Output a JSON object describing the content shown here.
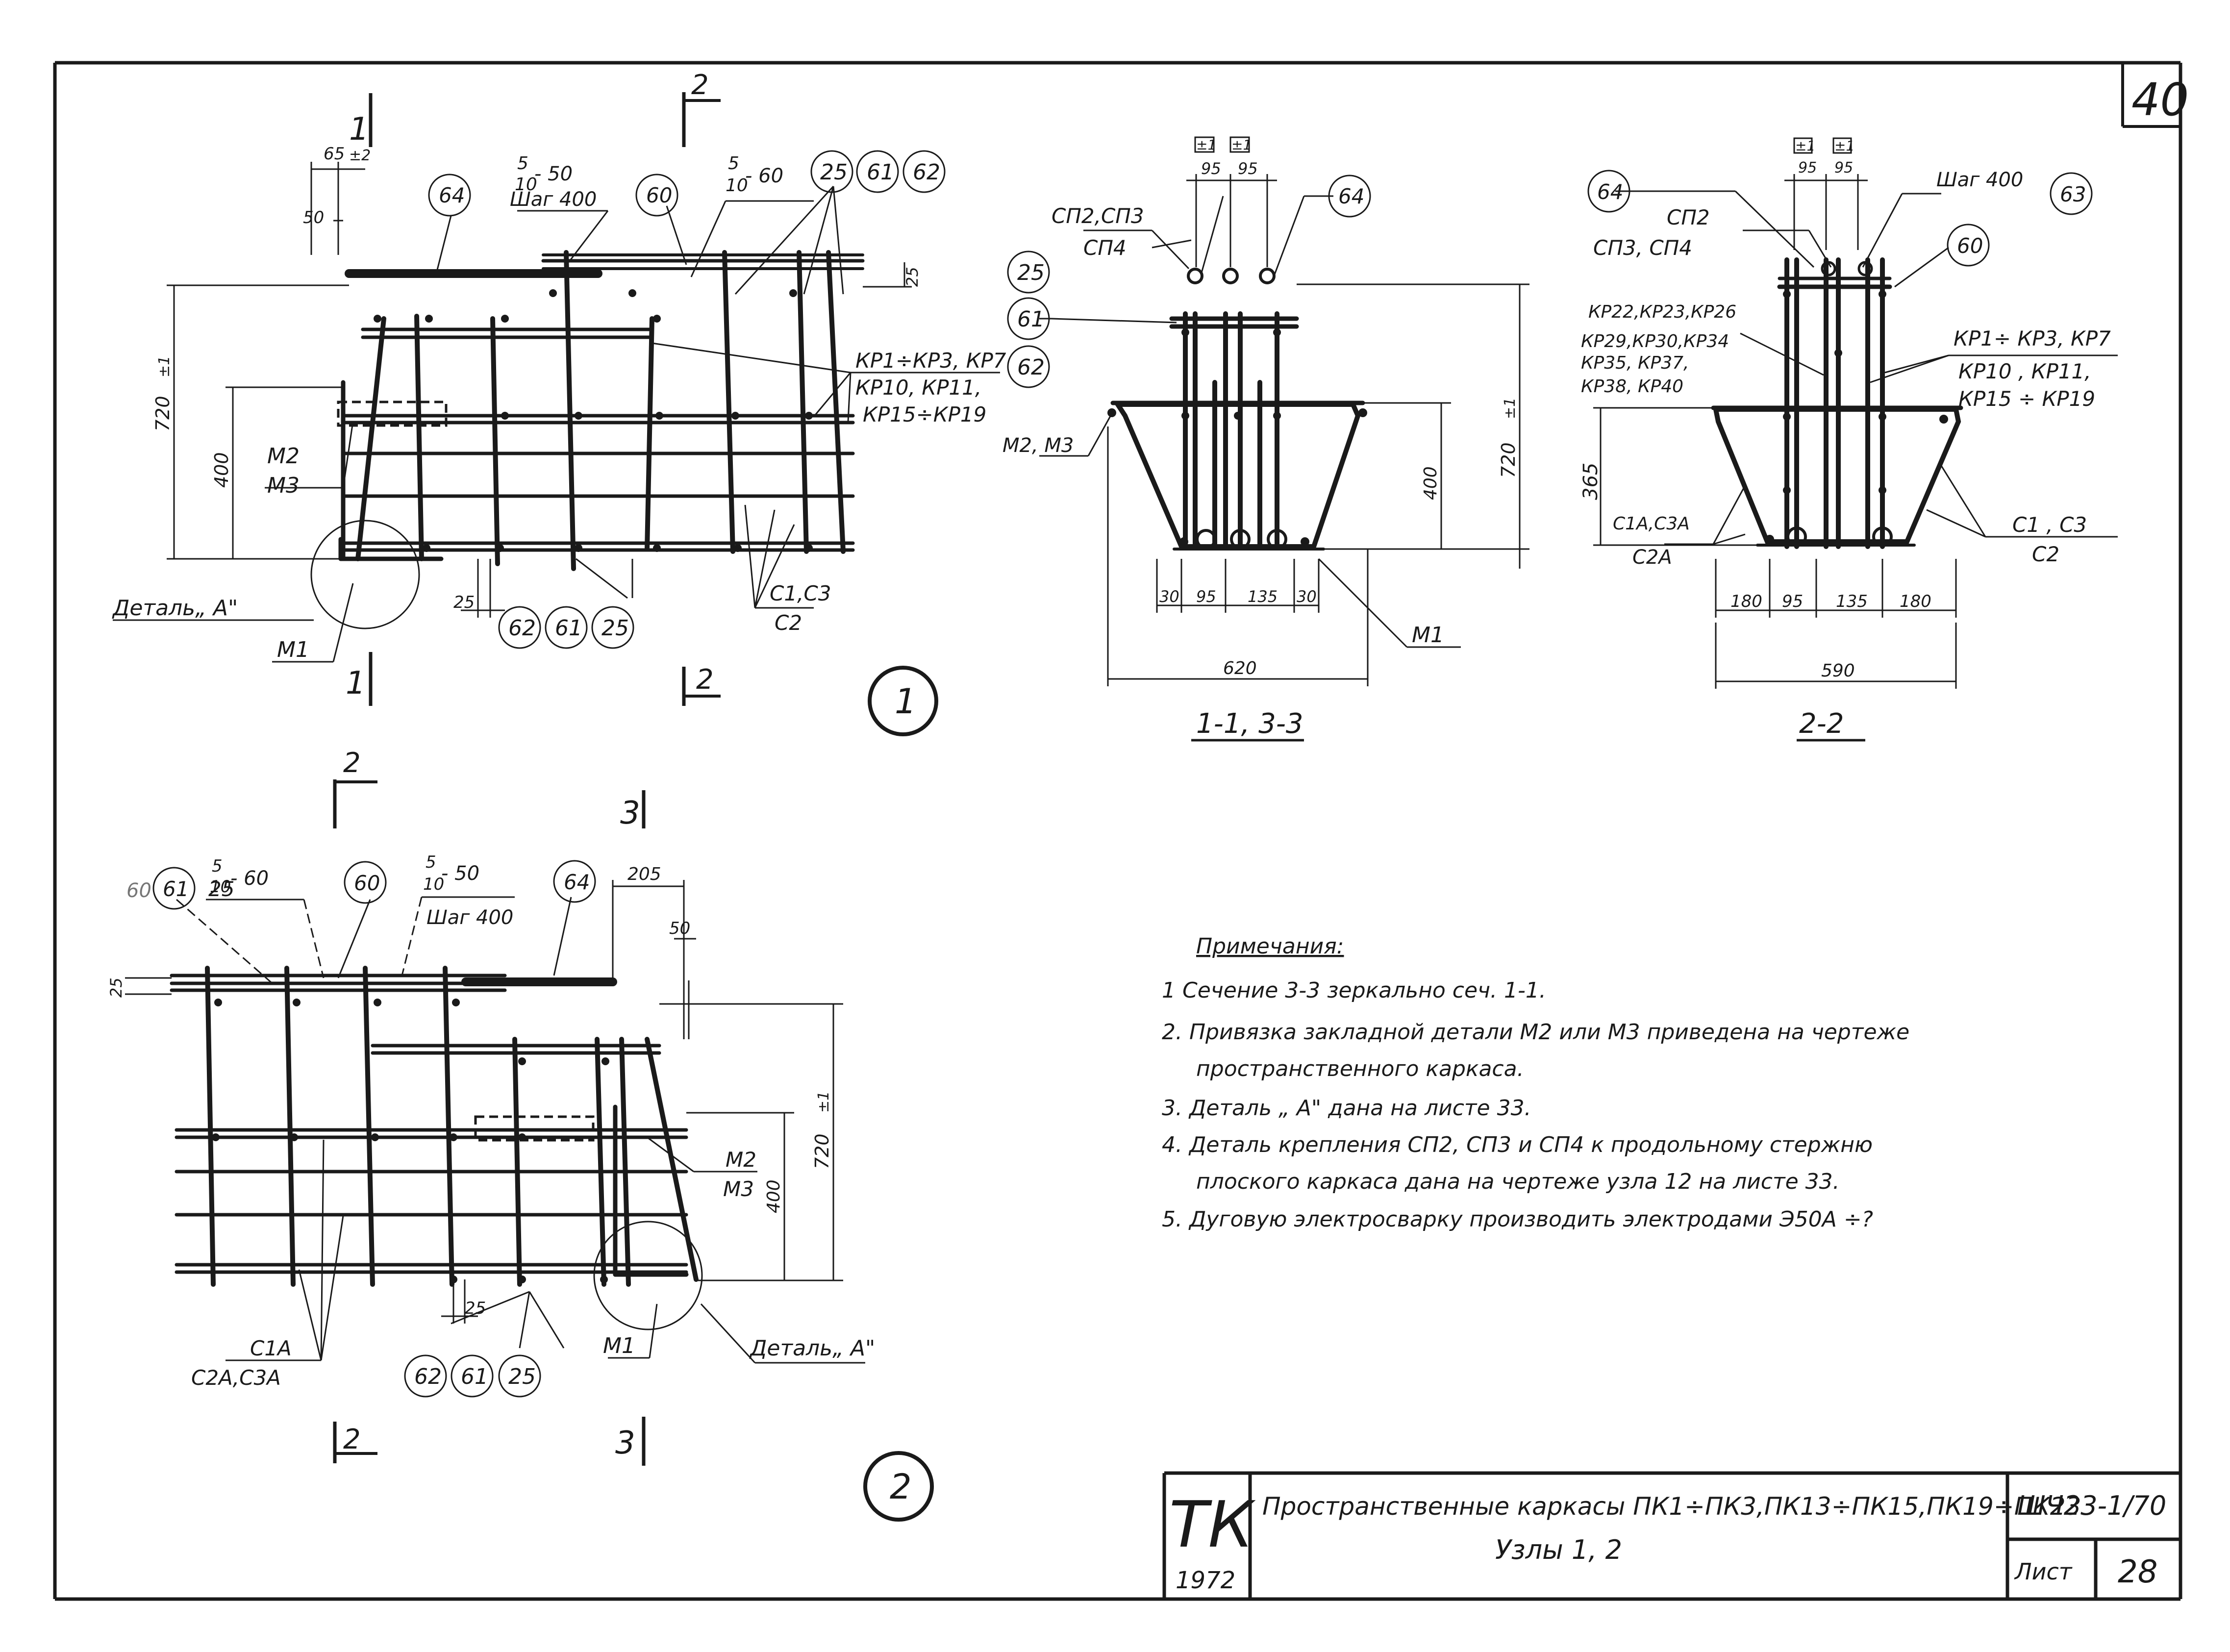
{
  "sheet": {
    "corner_number": "40",
    "stamp_org": "ТК",
    "stamp_year": "1972",
    "title_line1": "Пространственные каркасы ПК1÷ПК3,ПК13÷ПК15,ПК19÷ПК23",
    "title_line2": "Узлы 1, 2",
    "code": "ШЧ23-1/70",
    "sheet_label": "Лист",
    "sheet_number": "28"
  },
  "notes": {
    "heading": "Примечания:",
    "items": [
      "1  Сечение 3-3 зеркально сеч. 1-1.",
      "2. Привязка закладной детали   М2 или М3 приведена на чертеже",
      "пространственного каркаса.",
      "3.  Деталь „ А\" дана      на листе 33.",
      "4.  Деталь крепления СП2, СП3 и СП4 к продольному стержню",
      "плоского каркаса дана на чертеже узла 12 на листе 33.",
      "5.  Дуговую электросварку производить электродами Э50А ÷?"
    ]
  },
  "node1": {
    "number": "1",
    "cut1_label": "1",
    "cut2_label": "2",
    "dims": {
      "d65": "65",
      "tol": "±2",
      "d50": "50",
      "d720": "720",
      "tol2": "±1",
      "d400": "400",
      "d25": "25",
      "d25b": "25"
    },
    "weld1_top": "5",
    "weld1_bot": "10",
    "weld1_len": "- 50",
    "weld1_step": "Шаг 400",
    "weld2_top": "5",
    "weld2_bot": "10",
    "weld2_len": "- 60",
    "pos64": "64",
    "pos60": "60",
    "pos25": "25",
    "pos61": "61",
    "pos62": "62",
    "kr_line1": "КР1÷КР3, КР7",
    "kr_line2": "КР10, КР11,",
    "kr_line3": "КР15÷КР19",
    "m2": "М2",
    "m3": "М3",
    "detail": "Деталь„ А\"",
    "m1": "М1",
    "c_line1": "С1,С3",
    "c_line2": "С2"
  },
  "section11": {
    "title": "1-1, 3-3",
    "tol_a": "±1",
    "tol_b": "±1",
    "d95a": "95",
    "d95b": "95",
    "sp_top": "СП2,СП3",
    "sp_bot": "СП4",
    "pos64": "64",
    "pos25": "25",
    "pos61": "61",
    "pos62": "62",
    "m23": "М2, М3",
    "d720": "720",
    "tol720": "±1",
    "d400": "400",
    "d30a": "30",
    "d95": "95",
    "d135": "135",
    "d30b": "30",
    "d620": "620",
    "m1": "М1"
  },
  "section22": {
    "title": "2-2",
    "tol_a": "±1",
    "tol_b": "±1",
    "d95a": "95",
    "d95b": "95",
    "step": "Шаг 400",
    "pos64": "64",
    "pos63": "63",
    "pos60": "60",
    "sp_top": "СП2",
    "sp_bot": "СП3, СП4",
    "kr_a1": "КР22,КР23,КР26",
    "kr_a2": "КР29,КР30,КР34",
    "kr_a3": "КР35, КР37,",
    "kr_a4": "КР38, КР40",
    "kr_b1": "КР1÷ КР3, КР7",
    "kr_b2": "КР10 , КР11,",
    "kr_b3": "КР15 ÷ КР19",
    "d365": "365",
    "cA_top": "С1А,С3А",
    "cA_bot": "С2А",
    "c_top": "С1 , С3",
    "c_bot": "С2",
    "d180a": "180",
    "d95": "95",
    "d135": "135",
    "d180b": "180",
    "d590": "590"
  },
  "node2": {
    "number": "2",
    "cut2_label": "2",
    "cut3_label": "3",
    "pos60l": "60",
    "pos61": "61",
    "pos25": "25",
    "pos60": "60",
    "pos64": "64",
    "weld1_top": "5",
    "weld1_bot": "10",
    "weld1_len": "- 60",
    "weld2_top": "5",
    "weld2_bot": "10",
    "weld2_len": "- 50",
    "weld2_step": "Шаг 400",
    "d205": "205",
    "d50": "50",
    "d25": "25",
    "d720": "720",
    "tol720": "±1",
    "d400": "400",
    "m2": "М2",
    "m3": "М3",
    "d25b": "25",
    "c_top": "С1А",
    "c_bot": "С2А,С3А",
    "m1": "М1",
    "detail": "Деталь„ А\"",
    "pos62b": "62",
    "pos61b": "61",
    "pos25b": "25"
  }
}
